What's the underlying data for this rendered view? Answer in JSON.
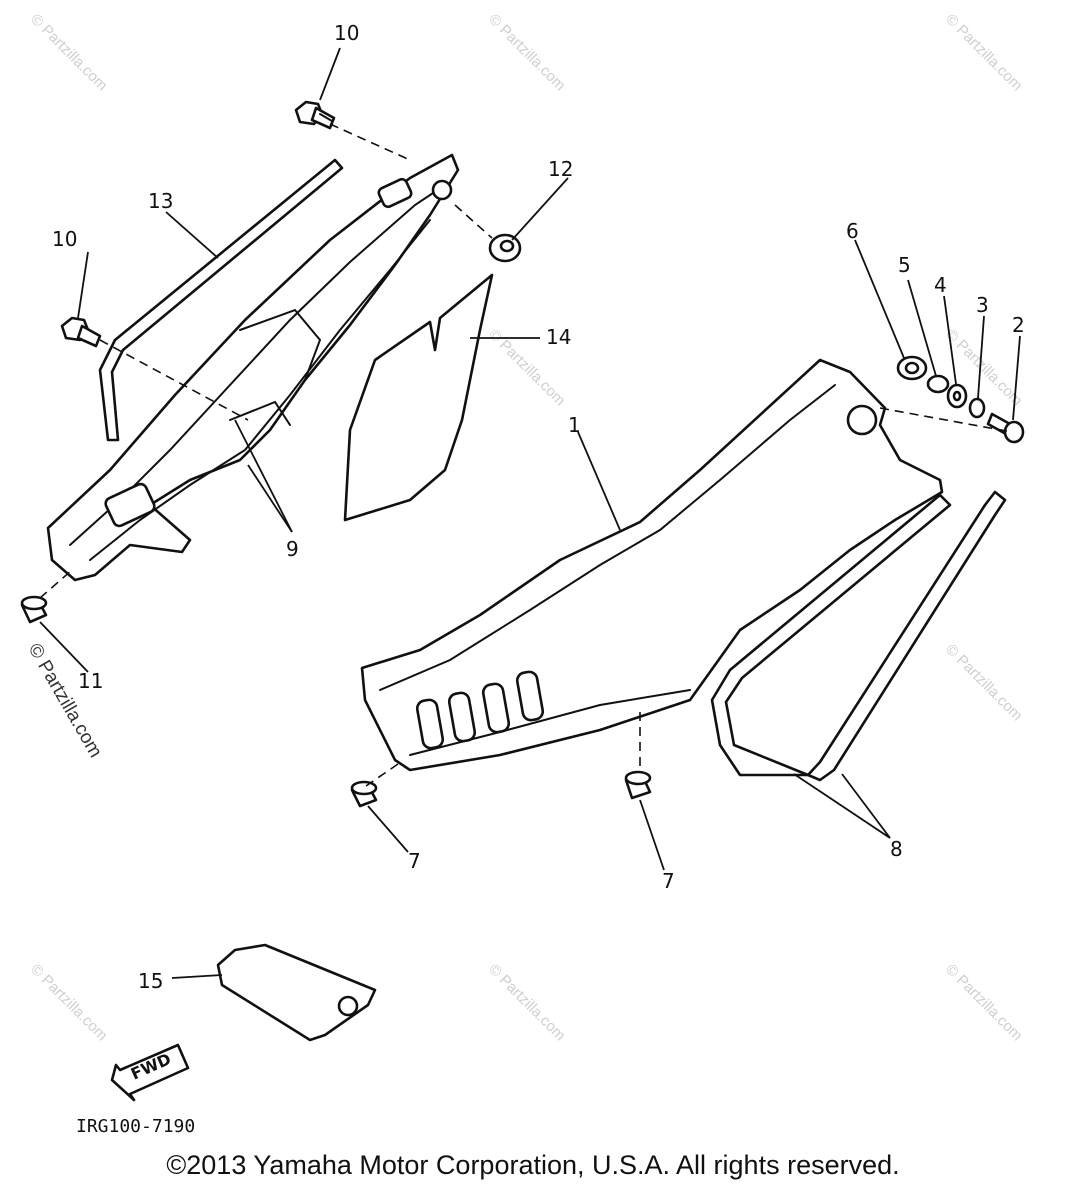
{
  "diagram": {
    "callouts": {
      "c1": "1",
      "c2": "2",
      "c3": "3",
      "c4": "4",
      "c5": "5",
      "c6": "6",
      "c7a": "7",
      "c7b": "7",
      "c8": "8",
      "c9": "9",
      "c10a": "10",
      "c10b": "10",
      "c11": "11",
      "c12": "12",
      "c13": "13",
      "c14": "14",
      "c15": "15"
    },
    "fwd_label": "FWD",
    "drawing_code": "IRG100-7190",
    "watermark": "© Partzilla.com"
  },
  "footer": {
    "copyright": "©2013 Yamaha Motor Corporation, U.S.A. All rights reserved."
  }
}
